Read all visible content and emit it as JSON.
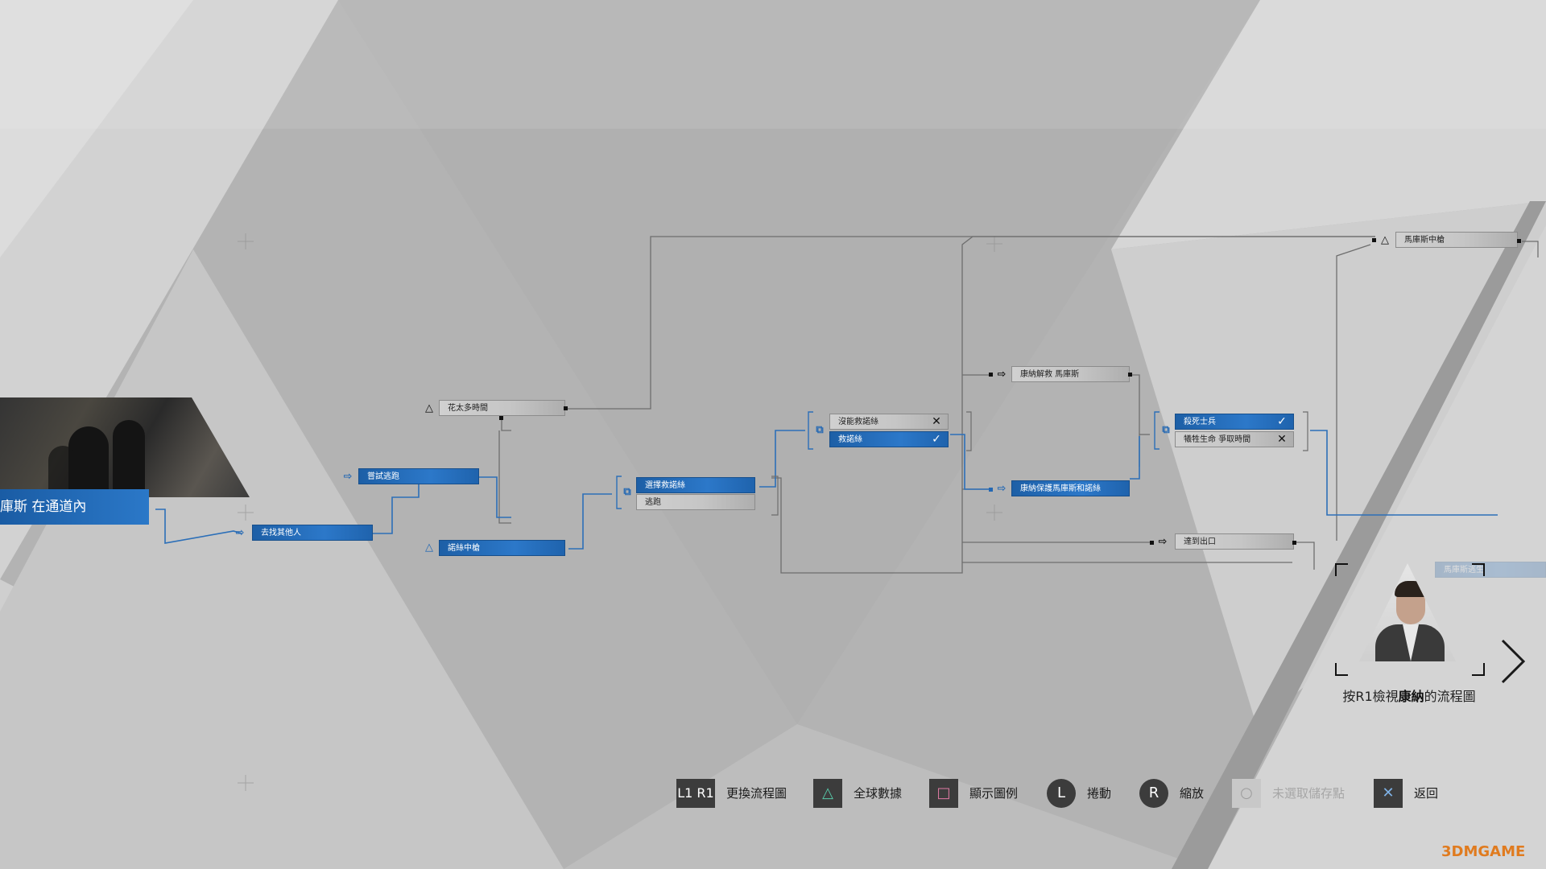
{
  "chapter": {
    "title": "庫斯 在通道內"
  },
  "flowchart": {
    "nodes": {
      "too_much_time": "花太多時間",
      "try_escape": "嘗試逃跑",
      "find_others": "去找其他人",
      "shot_lucas": "諾絲中槍",
      "choose_rescue_north": "選擇救諾絲",
      "escape": "逃跑",
      "failed_rescue_north": "沒能救諾絲",
      "rescued_north": "救諾絲",
      "connor_disarm_markus": "康納解救 馬庫斯",
      "connor_protect_markus_north": "康納保護馬庫斯和諾絲",
      "kill_soldier": "殺死士兵",
      "sacrifice_buy_time": "犧牲生命 爭取時間",
      "reach_exit": "達到出口",
      "markus_shot": "馬庫斯中槍",
      "locked_right": "馬庫斯逃生"
    }
  },
  "character_panel": {
    "caption_prefix": "按R1檢視",
    "caption_name": "康納",
    "caption_suffix": "的流程圖"
  },
  "controls": {
    "switch": {
      "button": "L1 R1",
      "label": "更換流程圖"
    },
    "global": {
      "button": "△",
      "label": "全球數據"
    },
    "legend": {
      "button": "□",
      "label": "顯示圖例"
    },
    "scroll": {
      "button": "L",
      "label": "捲動"
    },
    "zoom": {
      "button": "R",
      "label": "縮放"
    },
    "checkpoint": {
      "button": "○",
      "label": "未選取儲存點"
    },
    "back": {
      "button": "✕",
      "label": "返回"
    }
  },
  "watermark": "3DMGAME"
}
